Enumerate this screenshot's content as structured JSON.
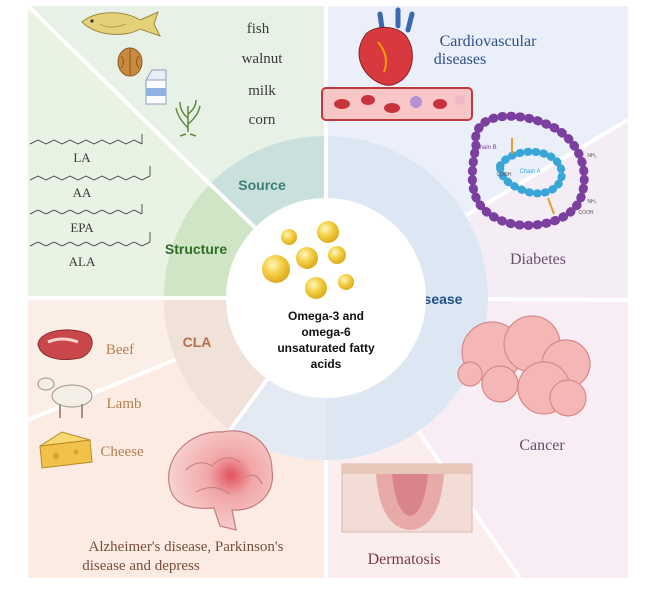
{
  "center": {
    "lines": [
      "Omega-3 and",
      "omega-6",
      "unsaturated fatty",
      "acids"
    ]
  },
  "ring": {
    "source": "Source",
    "structure": "Structure",
    "cla": "CLA",
    "disease": "Disease"
  },
  "source_items": [
    "fish",
    "walnut",
    "milk",
    "corn"
  ],
  "structure_items": [
    "LA",
    "AA",
    "EPA",
    "ALA"
  ],
  "cla_items": [
    "Beef",
    "Lamb",
    "Cheese"
  ],
  "diseases": {
    "cardio_line1": "Cardiovascular",
    "cardio_line2": "diseases",
    "diabetes": "Diabetes",
    "cancer": "Cancer",
    "dermatosis": "Dermatosis",
    "neuro_line1": "Alzheimer's disease, Parkinson's",
    "neuro_line2": "disease and depress"
  },
  "insulin_labels": {
    "chain_b": "Chain B",
    "chain_a": "Chain A",
    "nh2": "NH₂",
    "cooh": "COOH"
  },
  "colors": {
    "source_label": "#3c7f7a",
    "structure_label": "#2f6e25",
    "cla_label": "#b86d4a",
    "disease_label": "#1f4e8a",
    "food_text": "#3b3b3b",
    "cla_text": "#b5804f",
    "cardio_text": "#2d4f8a",
    "disease_text": "#6a4e6e",
    "neuro_text": "#7a4f3a"
  },
  "icons": [
    "fish-icon",
    "walnut-icon",
    "milk-carton-icon",
    "corn-plant-icon",
    "beef-icon",
    "lamb-icon",
    "cheese-icon",
    "heart-icon",
    "blood-vessel-icon",
    "insulin-molecule-icon",
    "tumor-icon",
    "brain-icon",
    "skin-section-icon",
    "omega-droplet-icon"
  ]
}
